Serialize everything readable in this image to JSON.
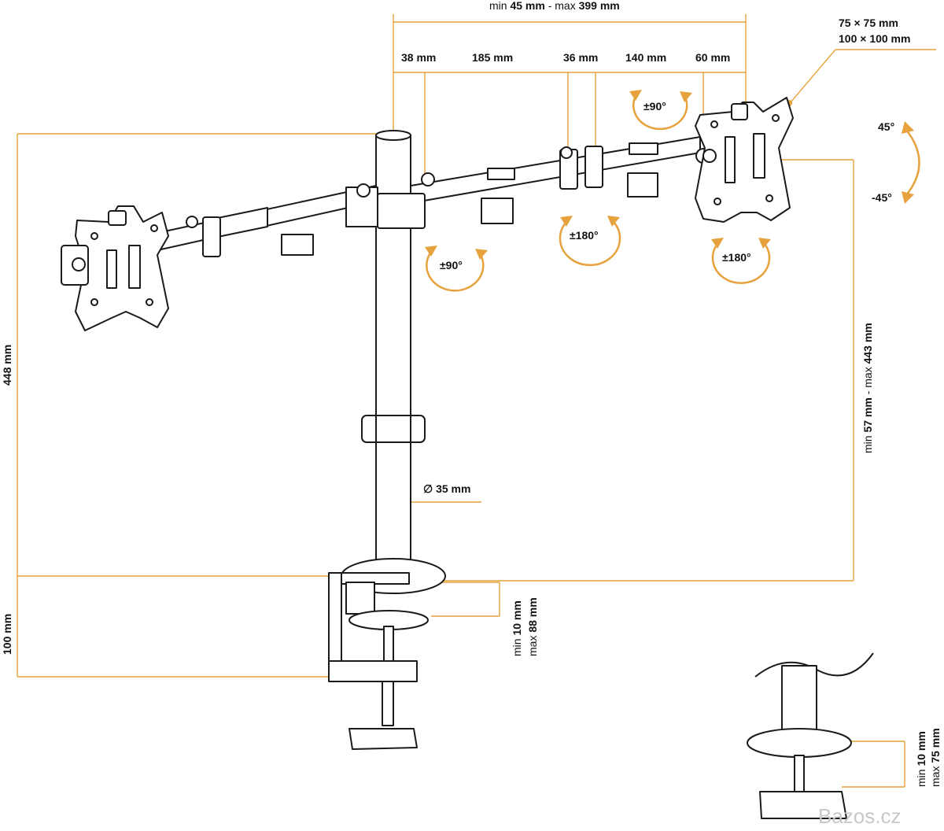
{
  "dims": {
    "span_min_prefix": "min",
    "span_min_val": "45 mm",
    "span_sep": "- max",
    "span_max_val": "399 mm",
    "seg1": "38 mm",
    "seg2": "185 mm",
    "seg3": "36 mm",
    "seg4": "140 mm",
    "seg5": "60 mm",
    "vesa1": "75 × 75 mm",
    "vesa2": "100 × 100 mm",
    "pole_height": "448 mm",
    "desk_gap": "100 mm",
    "adj_min_prefix": "min",
    "adj_min_val": "57 mm",
    "adj_sep": "- max",
    "adj_max_val": "443 mm",
    "pole_dia": "∅ 35 mm",
    "clamp_min_prefix": "min",
    "clamp_min_val": "10 mm",
    "clamp_max_prefix": "max",
    "clamp_max_val": "88 mm",
    "grommet_min_prefix": "min",
    "grommet_min_val": "10 mm",
    "grommet_max_prefix": "max",
    "grommet_max_val": "75 mm"
  },
  "rotations": {
    "tilt_up": "45°",
    "tilt_down": "-45°",
    "rot_left": "±90°",
    "rot_top": "±90°",
    "swivel_mid": "±180°",
    "swivel_right": "±180°"
  },
  "watermark": "Bazos.cz",
  "colors": {
    "accent": "#e6a23c",
    "ink": "#1a1a1a"
  }
}
